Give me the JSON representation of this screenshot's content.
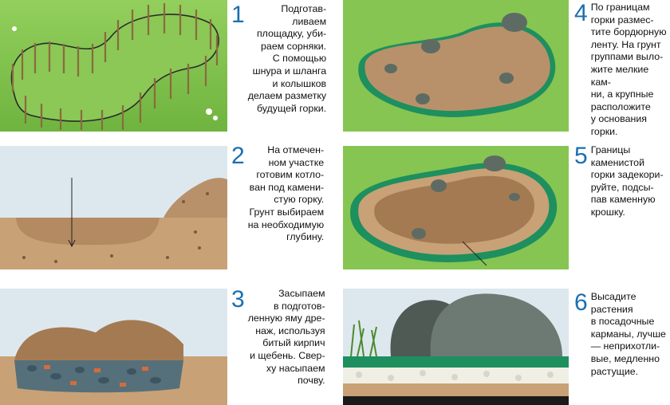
{
  "colors": {
    "number": "#1b6fb0",
    "grass": "#7cc04b",
    "soil": "#c8a27a",
    "soil_dark": "#8e6a48",
    "border_tape": "#1e8f5e",
    "stone": "#5e6b63"
  },
  "steps": [
    {
      "num": "1",
      "text": "Подготав-\nливаем\nплощадку, уби-\nраем сорняки.\nС помощью\nшнура и шланга\nи колышков\nделаем разметку\nбудущей горки."
    },
    {
      "num": "2",
      "text": "На отмечен-\nном участке\nготовим котло-\nван под камени-\nстую горку.\nГрунт выбираем\nна необходимую\nглубину."
    },
    {
      "num": "3",
      "text": "Засыпаем\nв подготов-\nленную яму дре-\nнаж, используя\nбитый кирпич\nи щебень. Свер-\nху насыпаем\nпочву."
    },
    {
      "num": "4",
      "text": "По границам\nгорки размес-\nтите бордюрную\nленту. На грунт\nгруппами выло-\nжите мелкие кам-\nни, а крупные\nрасположите\nу основания\nгорки."
    },
    {
      "num": "5",
      "text": "Границы\nкаменистой\nгорки задекори-\nруйте, подсы-\nпав каменную\nкрошку."
    },
    {
      "num": "6",
      "text": "Высадите\nрастения\nв посадочные\nкарманы, лучше\n— неприхотли-\nвые, медленно\nрастущие."
    }
  ]
}
